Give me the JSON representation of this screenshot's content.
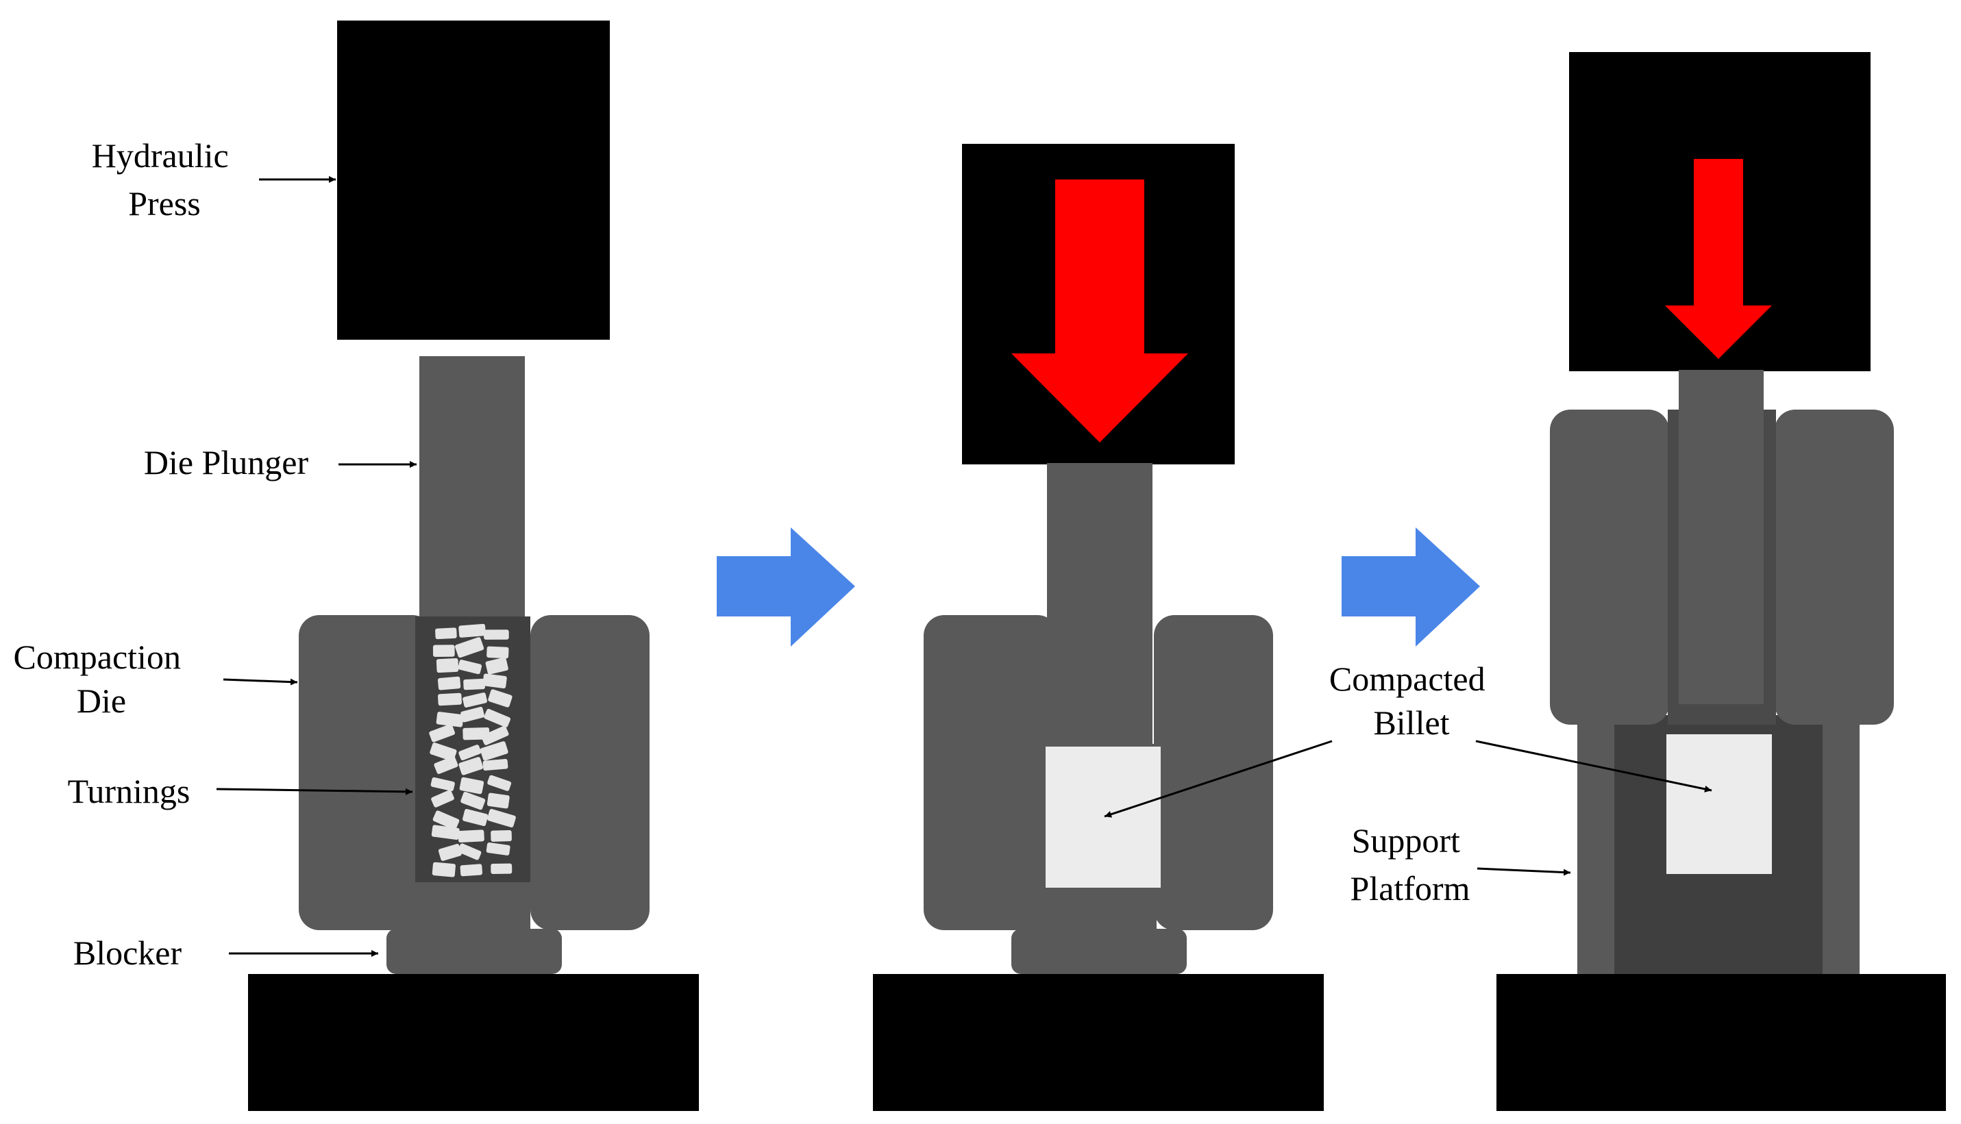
{
  "labels": {
    "hydraulic_press": [
      "Hydraulic",
      "Press"
    ],
    "die_plunger": "Die Plunger",
    "compaction_die": [
      "Compaction",
      "Die"
    ],
    "turnings": "Turnings",
    "blocker": "Blocker",
    "compacted_billet": [
      "Compacted",
      "Billet"
    ],
    "support_platform": [
      "Support",
      "Platform"
    ]
  },
  "icons": {
    "press_force": "down-arrow-icon",
    "stage_transition": "right-arrow-icon"
  },
  "colors": {
    "press": "#000000",
    "tooling": "#595959",
    "cavity": "#3f3f3f",
    "turnings": "#e4e4e4",
    "billet": "#ececec",
    "force_arrow": "#ff0000",
    "stage_arrow": "#4a86e8"
  }
}
